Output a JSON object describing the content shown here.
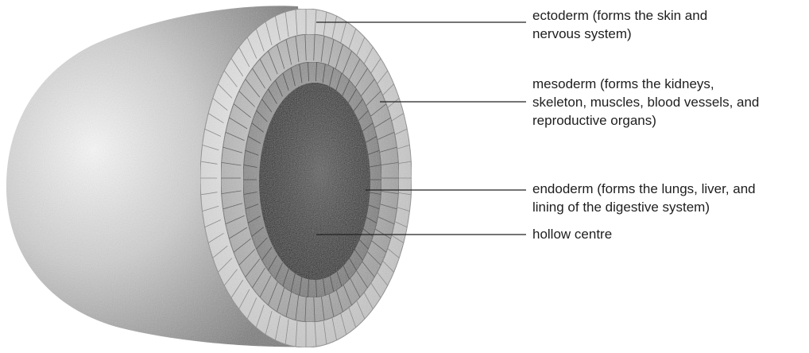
{
  "labels": {
    "ectoderm": {
      "line1": "ectoderm (forms the skin and",
      "line2": "nervous system)"
    },
    "mesoderm": {
      "line1": "mesoderm (forms the kidneys,",
      "line2": "skeleton, muscles, blood vessels, and",
      "line3": "reproductive organs)"
    },
    "endoderm": {
      "line1": "endoderm (forms the lungs, liver, and",
      "line2": "lining of the digestive system)"
    },
    "hollow_centre": {
      "line1": "hollow centre"
    }
  },
  "colors": {
    "leader_line": "#222222",
    "text": "#1e1e1e",
    "outer_body_light": "#f2f2f2",
    "outer_body_dark": "#8a8a8a",
    "ectoderm_layer": "#e6e6e6",
    "mesoderm_layer": "#bdbdbd",
    "endoderm_layer": "#8e8e8e",
    "hollow_centre": "#262626"
  }
}
